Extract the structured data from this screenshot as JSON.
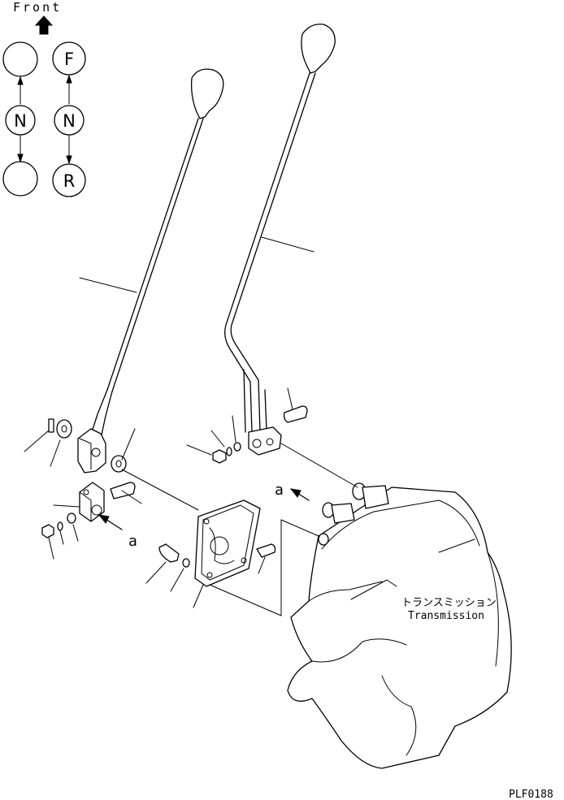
{
  "header": {
    "front_label": "Front"
  },
  "shift_pattern": {
    "left_column": [
      "",
      "N",
      ""
    ],
    "right_column": [
      "F",
      "N",
      "R"
    ]
  },
  "labels": {
    "transmission_jp": "トランスミッション",
    "transmission_en": "Transmission",
    "view_marker_1": "a",
    "view_marker_2": "a",
    "drawing_code": "PLF0188"
  }
}
